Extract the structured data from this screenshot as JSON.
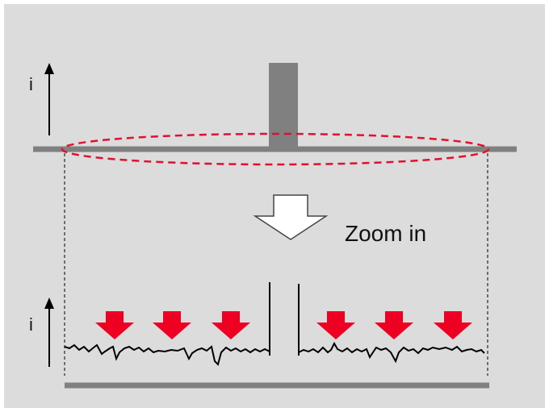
{
  "diagram": {
    "axis_label_top": "i",
    "axis_label_bottom": "i",
    "zoom_label": "Zoom in",
    "colors": {
      "panel_background": "#dcdcdc",
      "baseline": "#808080",
      "spike": "#808080",
      "zoom_ellipse": "#e0102e",
      "markers": "#ee0022",
      "trace": "#000000",
      "zoom_arrow_fill": "#ffffff"
    },
    "marker_count": 6,
    "icons": {
      "zoom_arrow": "down-arrow-outline-icon",
      "markers": "down-arrow-icon"
    }
  }
}
